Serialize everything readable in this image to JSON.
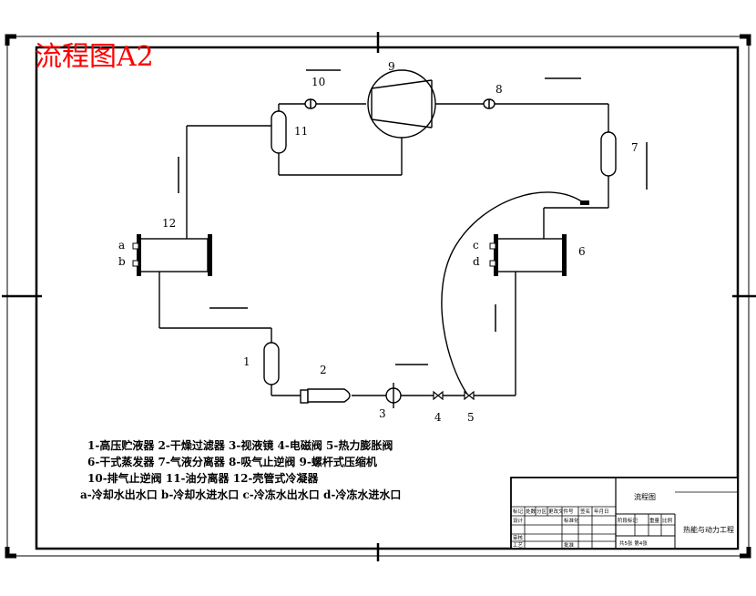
{
  "title": "流程图A2",
  "component_numbers": {
    "n1": "1",
    "n2": "2",
    "n3": "3",
    "n4": "4",
    "n5": "5",
    "n6": "6",
    "n7": "7",
    "n8": "8",
    "n9": "9",
    "n10": "10",
    "n11": "11",
    "n12": "12"
  },
  "ports": {
    "a": "a",
    "b": "b",
    "c": "c",
    "d": "d"
  },
  "legend": {
    "line1": "1-高压贮液器 2-干燥过滤器 3-视液镜 4-电磁阀 5-热力膨胀阀",
    "line2": "6-干式蒸发器 7-气液分离器 8-吸气止逆阀 9-螺杆式压缩机",
    "line3": "10-排气止逆阀 11-油分离器 12-壳管式冷凝器",
    "line4": "a-冷却水出水口  b-冷却水进水口  c-冷冻水出水口  d-冷冻水进水口"
  },
  "title_block": {
    "drawing_name": "流程图",
    "project": "热能与动力工程",
    "r1": [
      "标记",
      "处数",
      "分区",
      "更改文件号",
      "签名",
      "年月日"
    ],
    "r2a": "设计",
    "r2b": "标准化",
    "r2c": [
      "阶段标记",
      "重量",
      "比例"
    ],
    "r3a": "审核",
    "r4a": "工艺",
    "r4b": "批准",
    "sheets": "共5张 第4张"
  }
}
